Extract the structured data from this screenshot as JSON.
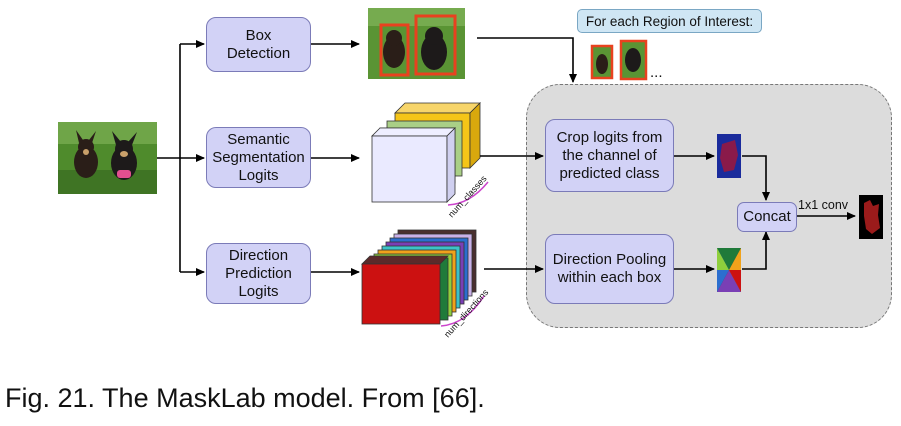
{
  "boxes": {
    "box_detection": [
      "Box",
      "Detection"
    ],
    "semantic_segmentation": [
      "Semantic",
      "Segmentation",
      "Logits"
    ],
    "direction_prediction": [
      "Direction",
      "Prediction",
      "Logits"
    ],
    "crop_logits": [
      "Crop logits from",
      "the channel of",
      "predicted class"
    ],
    "direction_pooling": [
      "Direction Pooling",
      "within each box"
    ],
    "concat": "Concat"
  },
  "roi_label": "For each Region of Interest:",
  "ellipsis": "...",
  "num_classes_label": "num_classes",
  "num_directions_label": "num_directions",
  "conv_label": "1x1 conv",
  "caption": "Fig. 21. The MaskLab model. From [66].",
  "colors": {
    "box_fill": "#d2d2f6",
    "box_border": "#7b7bb8",
    "region_fill": "#dcdcdc",
    "roi_label_fill": "#cfe6f4",
    "detection_red": "#e8421f",
    "brace": "#cc44cc"
  }
}
